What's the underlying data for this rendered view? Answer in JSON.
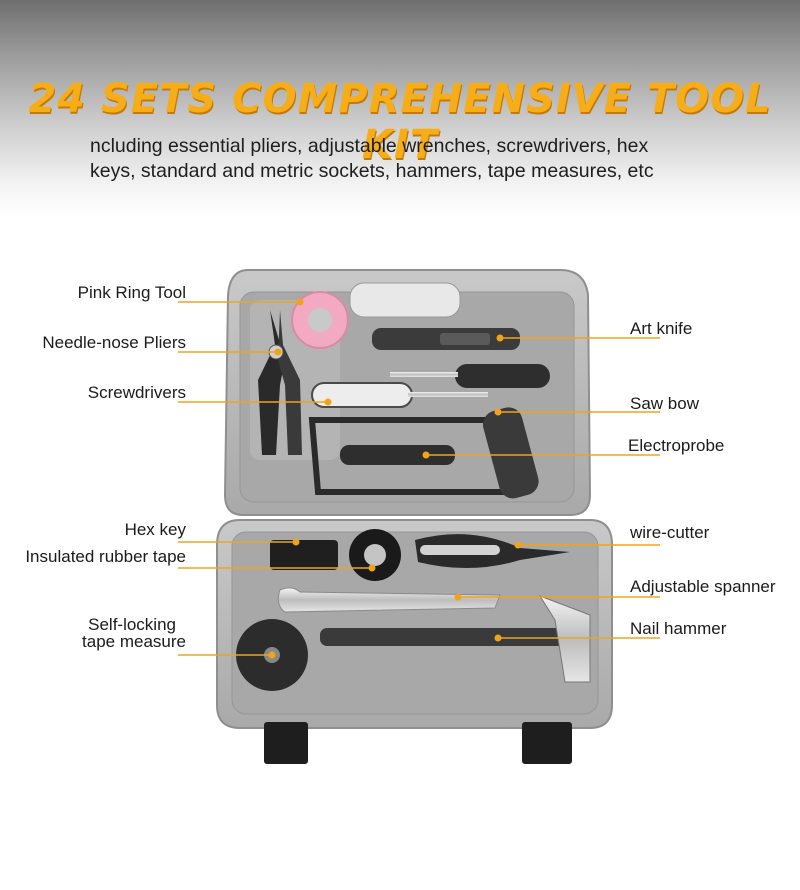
{
  "header": {
    "title": "24 SETS COMPREHENSIVE TOOL KIT",
    "subtitle_line1": "ncluding essential pliers, adjustable wrenches, screwdrivers, hex",
    "subtitle_line2": "keys, standard and metric sockets, hammers, tape measures, etc"
  },
  "colors": {
    "title": "#f6ad17",
    "leader_line": "#f0a41a",
    "case": "#b9b9b9",
    "case_inner": "#a7a7a7"
  },
  "labels": {
    "left": {
      "pink_ring_tool": "Pink Ring Tool",
      "needle_nose_pliers": "Needle-nose Pliers",
      "screwdrivers": "Screwdrivers",
      "hex_key": "Hex key",
      "insulated_rubber_tape": "Insulated rubber tape",
      "tape_measure_line1": "Self-locking",
      "tape_measure_line2": "tape measure"
    },
    "right": {
      "art_knife": "Art knife",
      "saw_bow": "Saw bow",
      "electroprobe": "Electroprobe",
      "wire_cutter": "wire-cutter",
      "adjustable_spanner": "Adjustable spanner",
      "nail_hammer": "Nail hammer"
    }
  }
}
